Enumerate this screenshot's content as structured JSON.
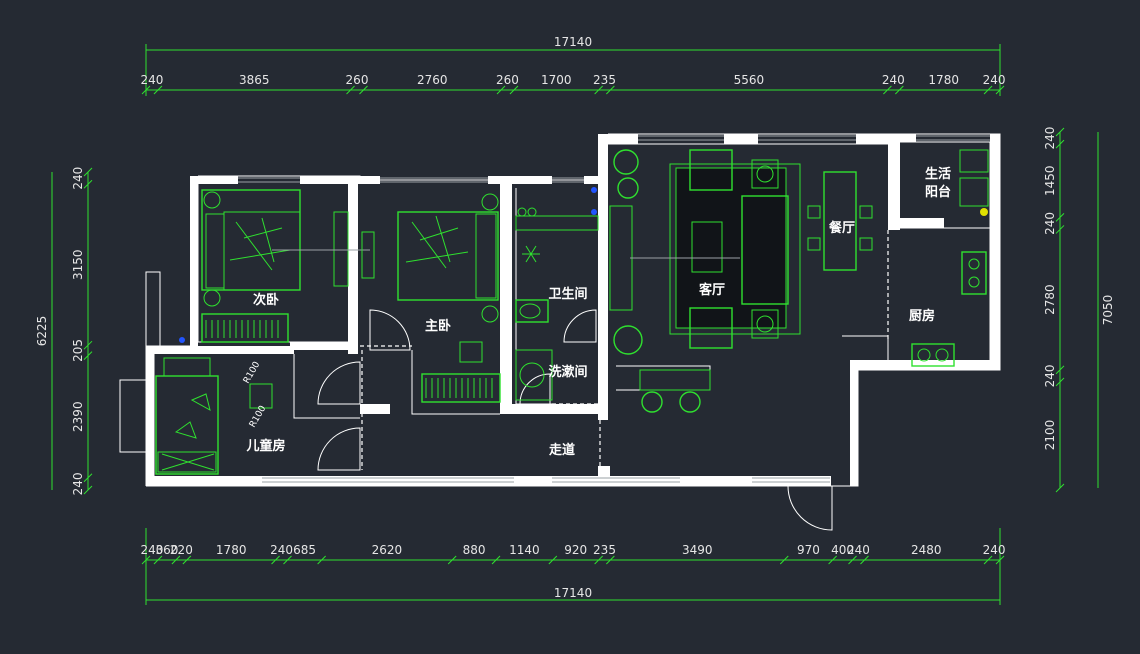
{
  "dimensions": {
    "top_total": "17140",
    "top_segments": [
      "240",
      "3865",
      "260",
      "2760",
      "260",
      "1700",
      "235",
      "5560",
      "240",
      "1780",
      "240"
    ],
    "bottom_total": "17140",
    "bottom_segments": [
      "240",
      "360",
      "220",
      "1780",
      "240",
      "685",
      "2620",
      "880",
      "1140",
      "920",
      "235",
      "3490",
      "970",
      "400",
      "240",
      "2480",
      "240"
    ],
    "left_total": "6225",
    "left_segments": [
      "240",
      "3150",
      "205",
      "2390",
      "240"
    ],
    "right_total": "7050",
    "right_segments": [
      "240",
      "1450",
      "240",
      "2780",
      "240",
      "2100"
    ]
  },
  "rooms": {
    "second_bedroom": "次卧",
    "master_bedroom": "主卧",
    "bathroom": "卫生间",
    "washroom": "洗漱间",
    "living_room": "客厅",
    "dining_room": "餐厅",
    "balcony_line1": "生活",
    "balcony_line2": "阳台",
    "kitchen": "厨房",
    "children_room": "儿童房",
    "corridor": "走道"
  },
  "tags": {
    "r1": "R100",
    "r2": "R100"
  },
  "colors": {
    "background": "#252a33",
    "furniture": "#2fe02f",
    "wall": "#ffffff",
    "dimension": "#e6e6e6"
  }
}
